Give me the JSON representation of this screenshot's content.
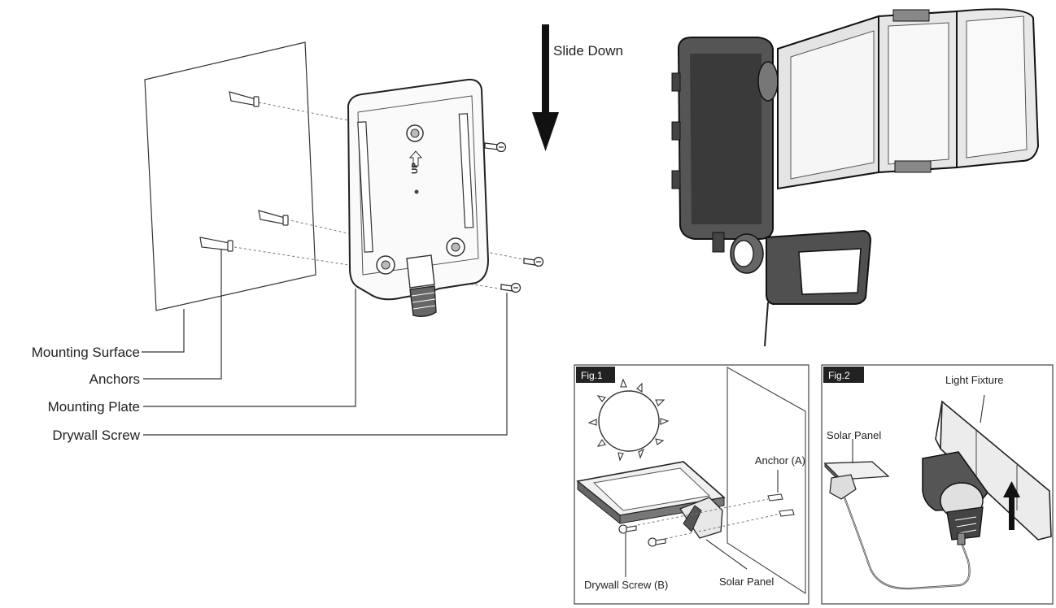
{
  "main_callouts": {
    "mounting_surface": "Mounting Surface",
    "anchors": "Anchors",
    "mounting_plate": "Mounting Plate",
    "drywall_screw": "Drywall Screw"
  },
  "slide_down": "Slide Down",
  "plate_marking": "UP",
  "fig1": {
    "tag": "Fig.1",
    "anchor_label": "Anchor (A)",
    "screw_label": "Drywall Screw (B)",
    "panel_label": "Solar Panel"
  },
  "fig2": {
    "tag": "Fig.2",
    "light_label": "Light Fixture",
    "panel_label": "Solar Panel"
  }
}
